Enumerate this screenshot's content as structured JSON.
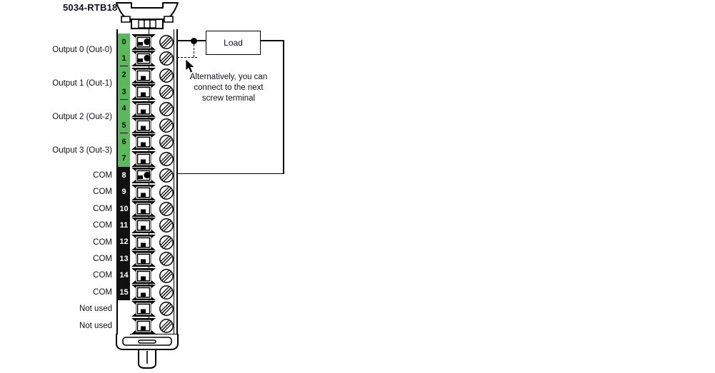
{
  "diagram": {
    "title": "5034-RTB18",
    "module_type": "removable-terminal-block",
    "load_label": "Load",
    "annotation_lines": [
      "Alternatively, you can",
      "connect to the next",
      "screw terminal"
    ],
    "annotation_text": "Alternatively, you can connect to the next screw terminal",
    "colors": {
      "output_strip": "#5cb85c",
      "common_strip": "#111111",
      "unused_strip": "#ffffff",
      "wire": "#000000",
      "background": "#ffffff",
      "text": "#10101e"
    }
  },
  "left_labels": [
    {
      "text": "Output 0 (Out-0)",
      "terminals": [
        0,
        1
      ]
    },
    {
      "text": "Output 1 (Out-1)",
      "terminals": [
        2,
        3
      ]
    },
    {
      "text": "Output 2 (Out-2)",
      "terminals": [
        4,
        5
      ]
    },
    {
      "text": "Output 3 (Out-3)",
      "terminals": [
        6,
        7
      ]
    },
    {
      "text": "COM",
      "terminals": [
        8
      ]
    },
    {
      "text": "COM",
      "terminals": [
        9
      ]
    },
    {
      "text": "COM",
      "terminals": [
        10
      ]
    },
    {
      "text": "COM",
      "terminals": [
        11
      ]
    },
    {
      "text": "COM",
      "terminals": [
        12
      ]
    },
    {
      "text": "COM",
      "terminals": [
        13
      ]
    },
    {
      "text": "COM",
      "terminals": [
        14
      ]
    },
    {
      "text": "COM",
      "terminals": [
        15
      ]
    },
    {
      "text": "Not used",
      "terminals": []
    },
    {
      "text": "Not used",
      "terminals": []
    }
  ],
  "terminals": [
    {
      "number": "0",
      "group": "output",
      "connected": true,
      "sep_after": false
    },
    {
      "number": "1",
      "group": "output",
      "connected": true,
      "sep_after": true
    },
    {
      "number": "2",
      "group": "output",
      "connected": false,
      "sep_after": false
    },
    {
      "number": "3",
      "group": "output",
      "connected": false,
      "sep_after": true
    },
    {
      "number": "4",
      "group": "output",
      "connected": false,
      "sep_after": false
    },
    {
      "number": "5",
      "group": "output",
      "connected": false,
      "sep_after": true
    },
    {
      "number": "6",
      "group": "output",
      "connected": false,
      "sep_after": false
    },
    {
      "number": "7",
      "group": "output",
      "connected": false,
      "sep_after": false
    },
    {
      "number": "8",
      "group": "common",
      "connected": true,
      "sep_after": false
    },
    {
      "number": "9",
      "group": "common",
      "connected": false,
      "sep_after": false
    },
    {
      "number": "10",
      "group": "common",
      "connected": false,
      "sep_after": false
    },
    {
      "number": "11",
      "group": "common",
      "connected": false,
      "sep_after": false
    },
    {
      "number": "12",
      "group": "common",
      "connected": false,
      "sep_after": false
    },
    {
      "number": "13",
      "group": "common",
      "connected": false,
      "sep_after": false
    },
    {
      "number": "14",
      "group": "common",
      "connected": false,
      "sep_after": false
    },
    {
      "number": "15",
      "group": "common",
      "connected": false,
      "sep_after": false
    },
    {
      "number": "",
      "group": "unused",
      "connected": false,
      "sep_after": false
    },
    {
      "number": "",
      "group": "unused",
      "connected": false,
      "sep_after": false
    }
  ],
  "wiring": {
    "from_terminal": "0",
    "through": "Load",
    "to_terminal": "8",
    "alternative_from_terminal": "1"
  }
}
